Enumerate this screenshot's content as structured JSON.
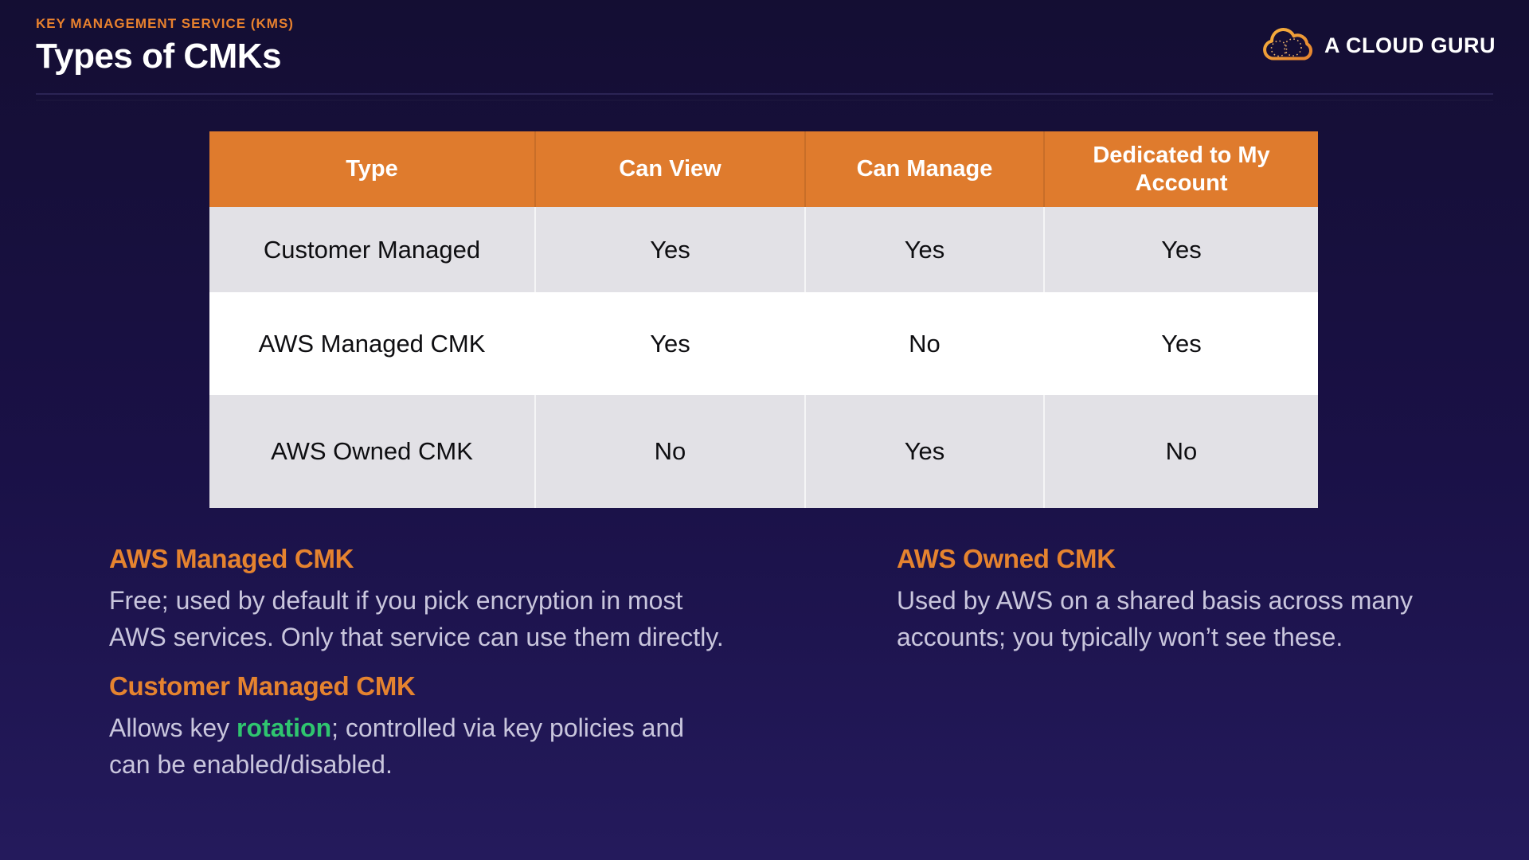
{
  "header": {
    "eyebrow": "KEY MANAGEMENT SERVICE (KMS)",
    "title": "Types of CMKs",
    "brand": "A CLOUD GURU"
  },
  "table": {
    "columns": [
      "Type",
      "Can View",
      "Can Manage",
      "Dedicated to My Account"
    ],
    "rows": [
      {
        "cells": [
          "Customer Managed",
          "Yes",
          "Yes",
          "Yes"
        ]
      },
      {
        "cells": [
          "AWS Managed CMK",
          "Yes",
          "No",
          "Yes"
        ]
      },
      {
        "cells": [
          "AWS Owned CMK",
          "No",
          "Yes",
          "No"
        ]
      }
    ]
  },
  "notes": {
    "aws_managed": {
      "heading": "AWS Managed CMK",
      "lines": [
        "Free; used by default if you pick encryption in most",
        "AWS services. Only that service can use them directly."
      ]
    },
    "customer_managed": {
      "heading": "Customer Managed CMK",
      "line1_prefix": "Allows key ",
      "line1_highlight": "rotation",
      "line1_suffix": "; controlled via key policies and",
      "line2": "can be enabled/disabled."
    },
    "aws_owned": {
      "heading": "AWS Owned CMK",
      "lines": [
        "Used by AWS on a shared basis across many",
        "accounts; you typically won’t see these."
      ]
    }
  },
  "colors": {
    "accent_orange": "#e5832f",
    "table_header_orange": "#df7b2d",
    "highlight_green": "#2fc56f",
    "row_gray": "#e2e1e6",
    "row_white": "#ffffff",
    "body_text": "#c9c6dd",
    "background_top": "#140e33",
    "background_bottom": "#241a5c"
  }
}
